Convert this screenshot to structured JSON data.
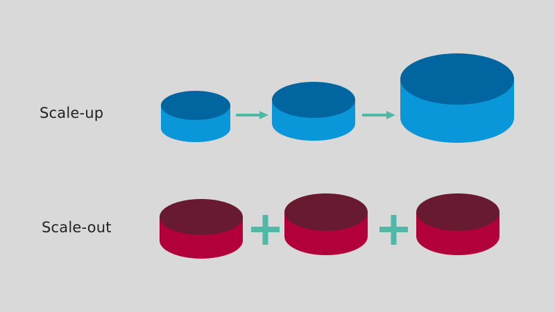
{
  "rows": {
    "scale_up": {
      "label": "Scale-up",
      "side_color": "#0a97d9",
      "top_color": "#01659f",
      "connector": "arrow",
      "cylinders": 3
    },
    "scale_out": {
      "label": "Scale-out",
      "side_color": "#b2003a",
      "top_color": "#681a30",
      "connector": "plus",
      "cylinders": 3
    }
  },
  "connector_color": "#4fb8a7",
  "background_color": "#d9d9d9"
}
